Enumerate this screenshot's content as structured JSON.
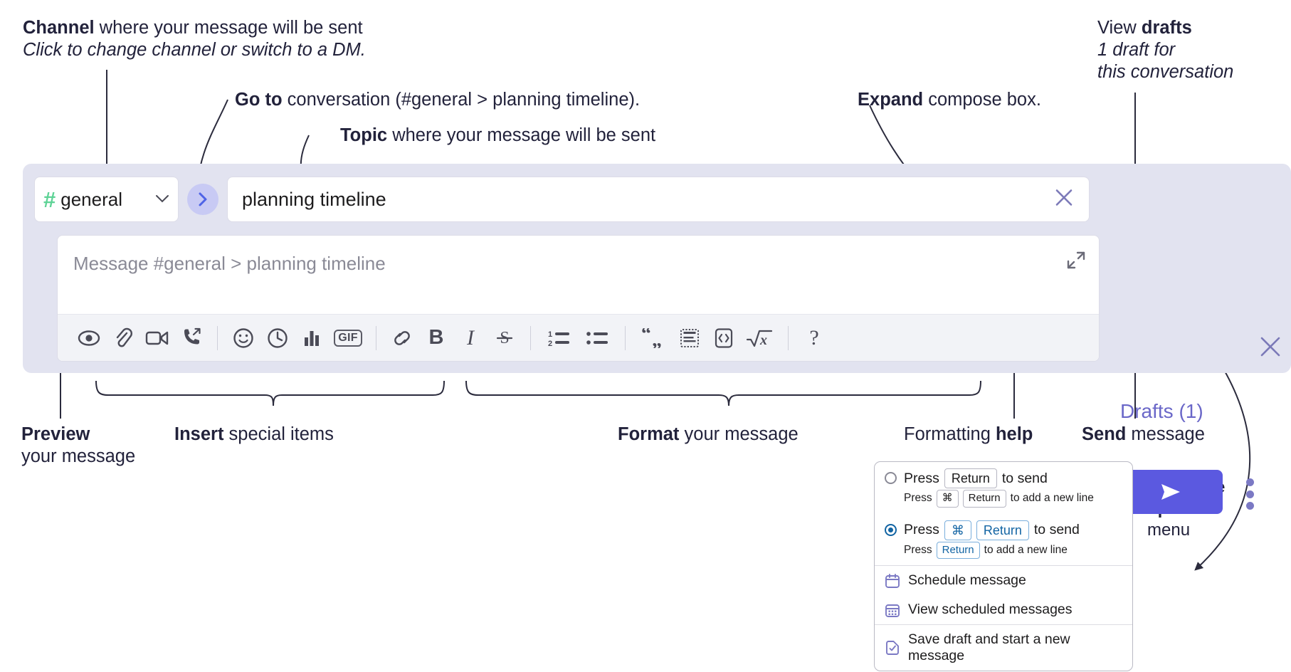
{
  "annotations": {
    "channel": {
      "bold": "Channel",
      "rest": " where your message will be sent",
      "italic": "Click to change channel or switch to a DM."
    },
    "goto": {
      "bold": "Go to",
      "rest": " conversation (#general > planning timeline)."
    },
    "topic": {
      "bold": "Topic",
      "rest": " where your message will be sent"
    },
    "expand": {
      "bold": "Expand",
      "rest": " compose box."
    },
    "drafts": {
      "pre": "View ",
      "bold": "drafts",
      "italic1": "1 draft for",
      "italic2": "this conversation"
    },
    "preview": {
      "bold": "Preview",
      "rest": "your message"
    },
    "insert": {
      "bold": "Insert",
      "rest": " special items"
    },
    "format": {
      "bold": "Format",
      "rest": " your message"
    },
    "help": {
      "pre": "Formatting ",
      "bold": "help"
    },
    "send": {
      "bold": "Send",
      "rest": " message"
    },
    "compose_options": {
      "bold1": "Compose",
      "bold2": "options",
      "rest": "menu"
    }
  },
  "compose": {
    "channel_name": "general",
    "hash_symbol": "#",
    "chevron": "⌄",
    "topic_value": "planning timeline",
    "message_placeholder": "Message #general > planning timeline",
    "drafts_label": "Drafts (1)",
    "toolbar": {
      "group_insert": [
        {
          "name": "preview-icon",
          "label": "Preview"
        },
        {
          "name": "attachment-icon",
          "label": "Attach file"
        },
        {
          "name": "video-icon",
          "label": "Record video clip"
        },
        {
          "name": "audio-icon",
          "label": "Record audio clip"
        }
      ],
      "group_special": [
        {
          "name": "emoji-icon",
          "label": "Emoji"
        },
        {
          "name": "clock-icon",
          "label": "Reminder"
        },
        {
          "name": "poll-icon",
          "label": "Poll"
        },
        {
          "name": "gif-icon",
          "label": "GIF"
        }
      ],
      "group_format_a": [
        {
          "name": "link-icon",
          "label": "Link"
        },
        {
          "name": "bold-icon",
          "label": "B"
        },
        {
          "name": "italic-icon",
          "label": "I"
        },
        {
          "name": "strikethrough-icon",
          "label": "S"
        }
      ],
      "group_format_b": [
        {
          "name": "ordered-list-icon",
          "label": "Ordered list"
        },
        {
          "name": "bulleted-list-icon",
          "label": "Bulleted list"
        }
      ],
      "group_format_c": [
        {
          "name": "blockquote-icon",
          "label": "Blockquote"
        },
        {
          "name": "code-block-icon",
          "label": "Code block"
        },
        {
          "name": "inline-code-icon",
          "label": "Code"
        },
        {
          "name": "math-icon",
          "label": "Math"
        }
      ],
      "help_label": "?"
    }
  },
  "menu": {
    "options": [
      {
        "selected": false,
        "line": {
          "pre": "Press",
          "key": "Return",
          "post": "to send"
        },
        "sub": {
          "pre": "Press",
          "key1": "⌘",
          "key2": "Return",
          "post": "to add a new line"
        }
      },
      {
        "selected": true,
        "line": {
          "pre": "Press",
          "key1": "⌘",
          "key2": "Return",
          "post": "to send"
        },
        "sub": {
          "pre": "Press",
          "key": "Return",
          "post": "to add a new line"
        }
      }
    ],
    "items": [
      {
        "icon": "calendar-icon",
        "label": "Schedule message"
      },
      {
        "icon": "calendar-grid-icon",
        "label": "View scheduled messages"
      },
      {
        "icon": "save-draft-icon",
        "label": "Save draft and start a new message"
      }
    ]
  },
  "colors": {
    "accent_send": "#5b59e0",
    "hash_green": "#5ed396",
    "drafts_purple": "#6a67c8",
    "compose_bg": "#e2e3f0",
    "radio_blue": "#1264a3"
  }
}
